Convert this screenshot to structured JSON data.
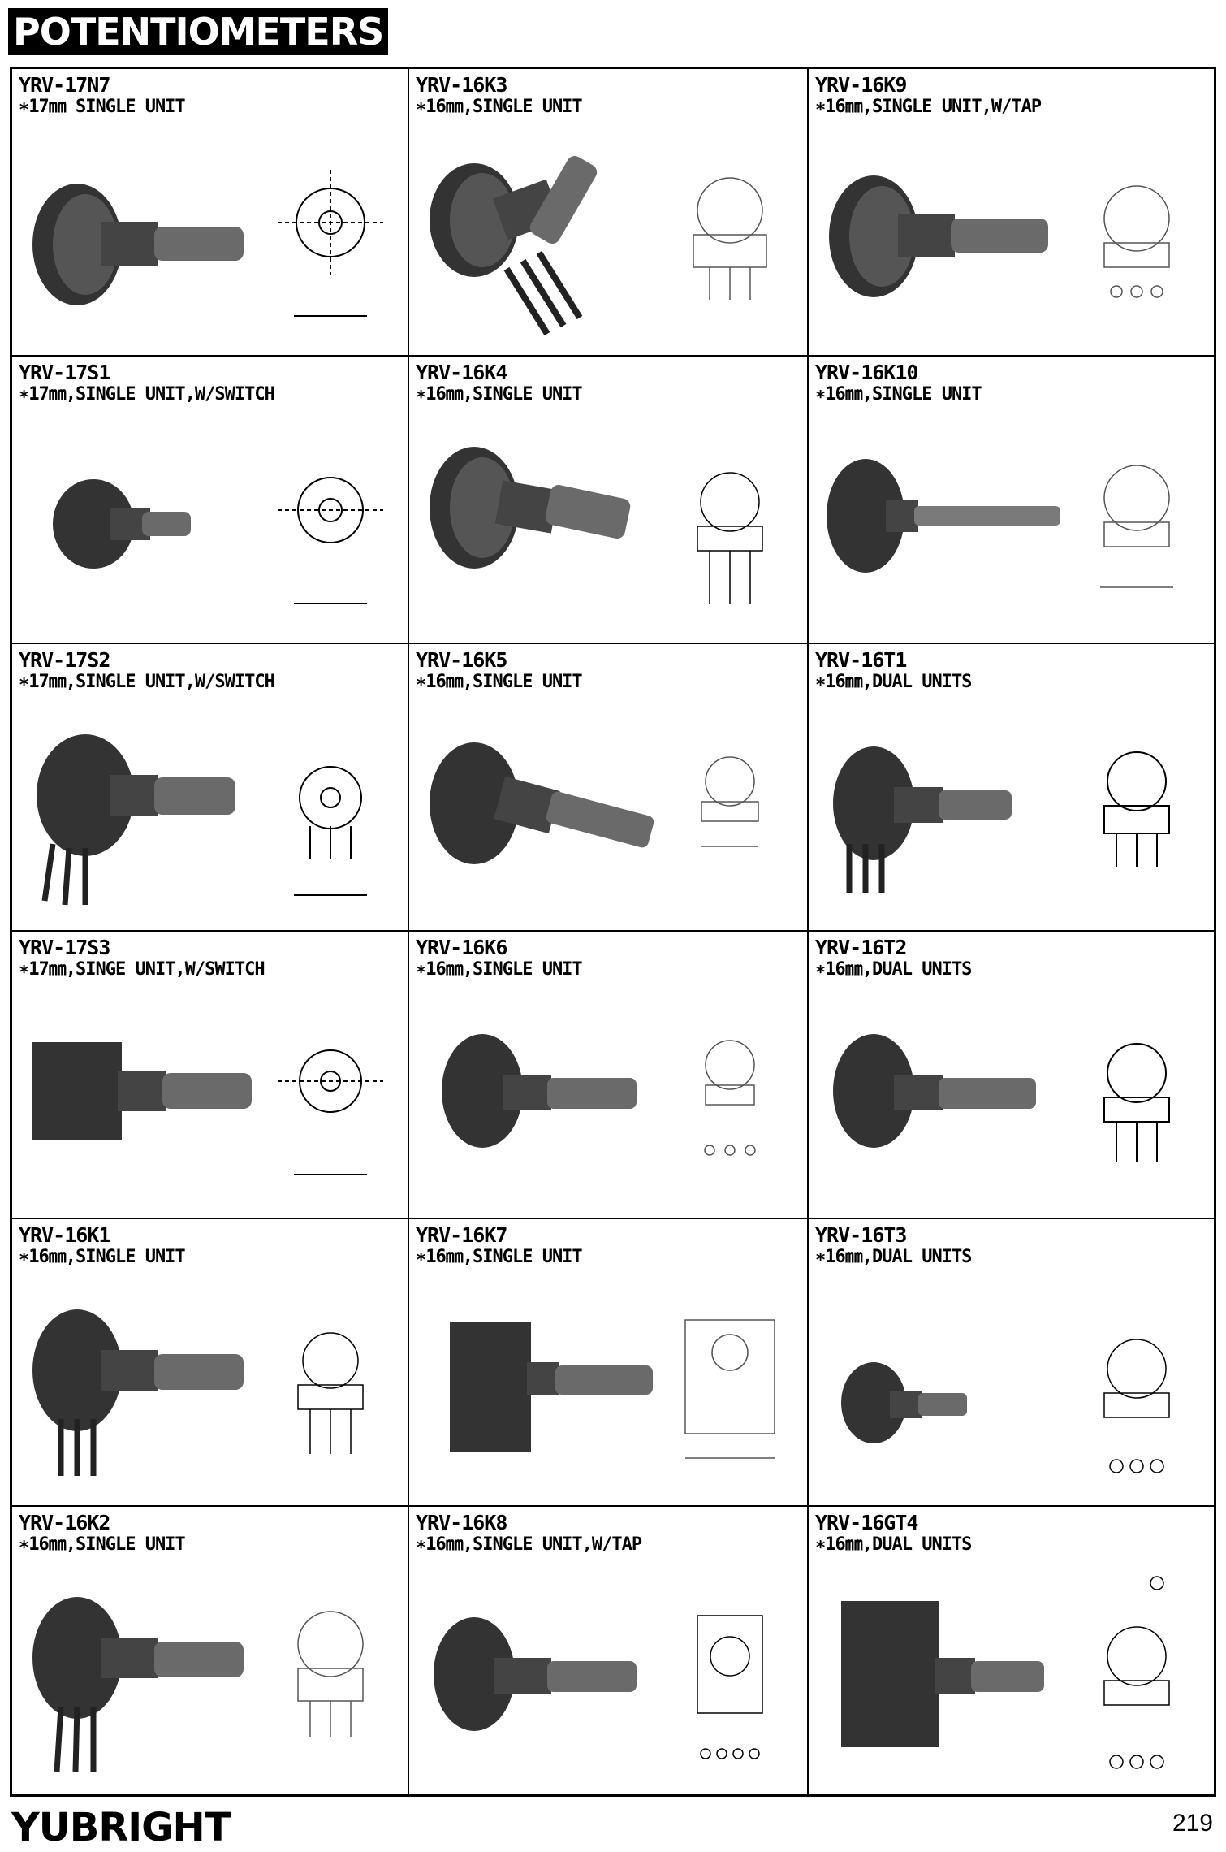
{
  "header": {
    "title": "POTENTIOMETERS"
  },
  "footer": {
    "brand": "YUBRIGHT",
    "page_number": "219"
  },
  "items": [
    {
      "model": "YRV-17N7",
      "desc": "∗17㎜ SINGLE UNIT"
    },
    {
      "model": "YRV-16K3",
      "desc": "∗16㎜,SINGLE UNIT"
    },
    {
      "model": "YRV-16K9",
      "desc": "∗16㎜,SINGLE UNIT,W/TAP"
    },
    {
      "model": "YRV-17S1",
      "desc": "∗17㎜,SINGLE UNIT,W/SWITCH"
    },
    {
      "model": "YRV-16K4",
      "desc": "∗16㎜,SINGLE UNIT"
    },
    {
      "model": "YRV-16K10",
      "desc": "∗16㎜,SINGLE UNIT"
    },
    {
      "model": "YRV-17S2",
      "desc": "∗17㎜,SINGLE UNIT,W/SWITCH"
    },
    {
      "model": "YRV-16K5",
      "desc": "∗16㎜,SINGLE UNIT"
    },
    {
      "model": "YRV-16T1",
      "desc": "∗16㎜,DUAL UNITS"
    },
    {
      "model": "YRV-17S3",
      "desc": "∗17㎜,SINGE UNIT,W/SWITCH"
    },
    {
      "model": "YRV-16K6",
      "desc": "∗16㎜,SINGLE UNIT"
    },
    {
      "model": "YRV-16T2",
      "desc": "∗16㎜,DUAL UNITS"
    },
    {
      "model": "YRV-16K1",
      "desc": "∗16㎜,SINGLE UNIT"
    },
    {
      "model": "YRV-16K7",
      "desc": "∗16㎜,SINGLE UNIT"
    },
    {
      "model": "YRV-16T3",
      "desc": "∗16㎜,DUAL UNITS"
    },
    {
      "model": "YRV-16K2",
      "desc": "∗16㎜,SINGLE UNIT"
    },
    {
      "model": "YRV-16K8",
      "desc": "∗16㎜,SINGLE UNIT,W/TAP"
    },
    {
      "model": "YRV-16GT4",
      "desc": "∗16㎜,DUAL UNITS"
    }
  ]
}
